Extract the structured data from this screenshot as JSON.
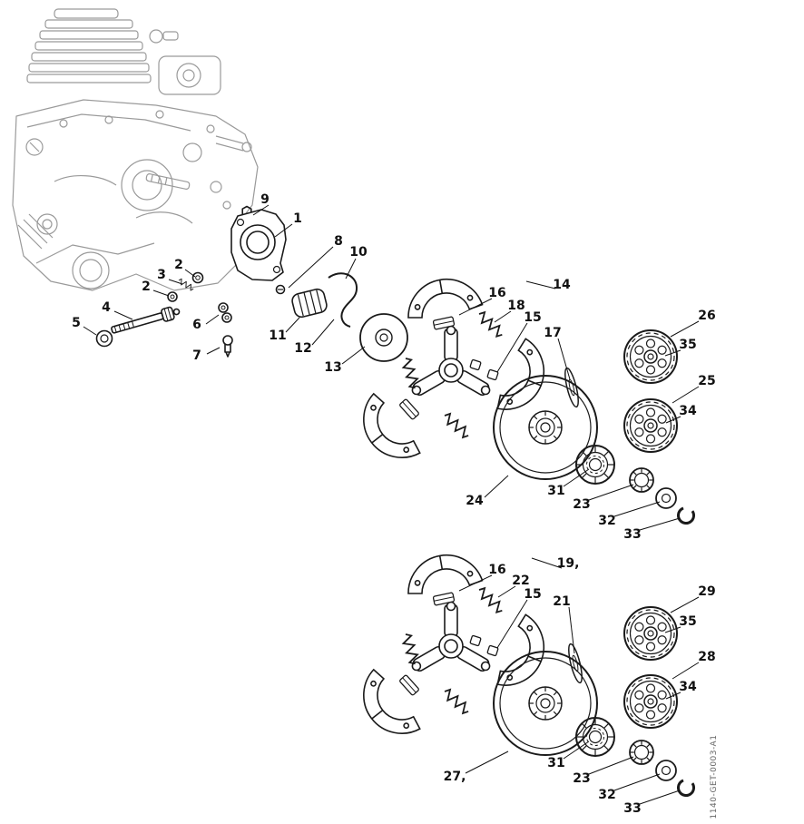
{
  "diagram": {
    "doc_code": "1140-GET-0003-A1",
    "ink_color": "#1a1a1a",
    "ghost_color": "#9a9a9a",
    "labels": [
      {
        "text": "9"
      },
      {
        "text": "1"
      },
      {
        "text": "8"
      },
      {
        "text": "10"
      },
      {
        "text": "2"
      },
      {
        "text": "3"
      },
      {
        "text": "2"
      },
      {
        "text": "4"
      },
      {
        "text": "5"
      },
      {
        "text": "6"
      },
      {
        "text": "7"
      },
      {
        "text": "11"
      },
      {
        "text": "12"
      },
      {
        "text": "13"
      },
      {
        "text": "16"
      },
      {
        "text": "14"
      },
      {
        "text": "18"
      },
      {
        "text": "15"
      },
      {
        "text": "17"
      },
      {
        "text": "26"
      },
      {
        "text": "35"
      },
      {
        "text": "25"
      },
      {
        "text": "34"
      },
      {
        "text": "24"
      },
      {
        "text": "31"
      },
      {
        "text": "23"
      },
      {
        "text": "32"
      },
      {
        "text": "33"
      },
      {
        "text": "16"
      },
      {
        "text": "22"
      },
      {
        "text": "19,"
      },
      {
        "text": "15"
      },
      {
        "text": "21"
      },
      {
        "text": "29"
      },
      {
        "text": "35"
      },
      {
        "text": "28"
      },
      {
        "text": "34"
      },
      {
        "text": "27,"
      },
      {
        "text": "31"
      },
      {
        "text": "23"
      },
      {
        "text": "32"
      },
      {
        "text": "33"
      }
    ]
  }
}
